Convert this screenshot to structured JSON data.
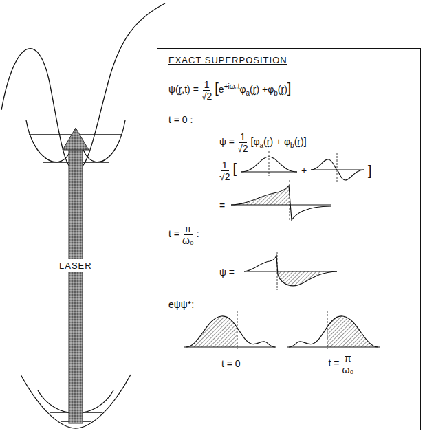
{
  "diagram": {
    "nodes": [
      {
        "text": [
          "EXACT SUPERPOSITION",
          "ψ(r̰,t) =",
          "1",
          "√2",
          "[",
          "e",
          "+iω₀t",
          "φ",
          "a",
          "(r̰) +",
          "φ",
          "b",
          "(r̰)",
          "]",
          "t = 0 :",
          "ψ =",
          "1",
          "√2",
          "[φ",
          "a",
          "(r̰) + φ",
          "b",
          "(r̰)]",
          "1",
          "√2",
          "[",
          "+",
          "]",
          "=",
          "t =",
          "π",
          "ω₀",
          ":",
          "ψ =",
          "eψψ*:",
          "t = 0",
          "t =",
          "π",
          "ω₀"
        ]
      }
    ],
    "labels": [
      "LASER"
    ]
  }
}
